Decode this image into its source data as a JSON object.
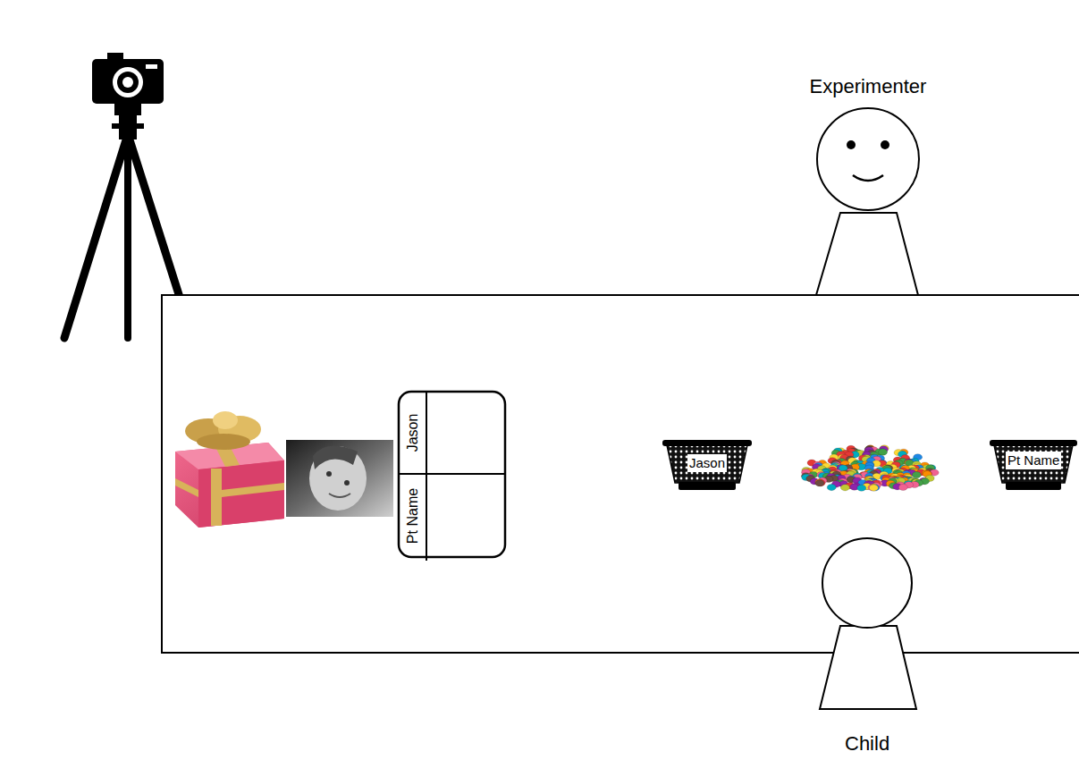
{
  "diagram": {
    "nodes": [
      {
        "text": [
          "Experimenter"
        ]
      },
      {
        "text": [
          "Jason",
          "Pt Name"
        ]
      },
      {
        "text": [
          "Jason"
        ]
      },
      {
        "text": [
          "Pt Name"
        ]
      },
      {
        "text": [
          "Child"
        ]
      }
    ]
  }
}
